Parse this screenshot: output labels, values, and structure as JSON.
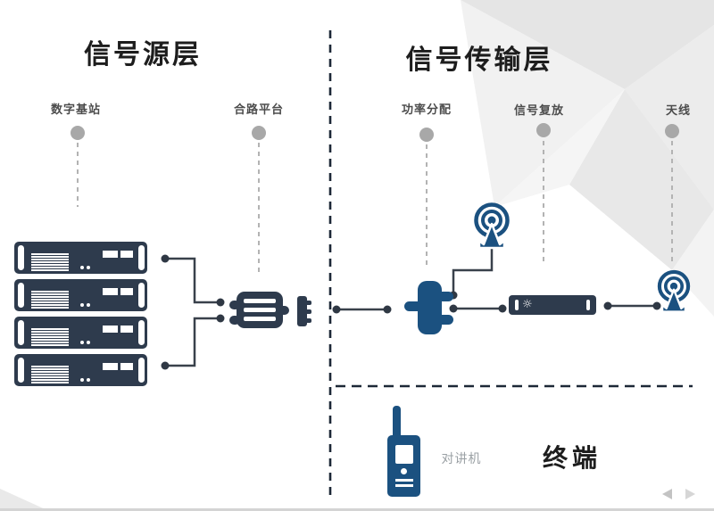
{
  "diagram": {
    "section_source": {
      "title": "信号源层"
    },
    "section_transmission": {
      "title": "信号传输层"
    },
    "section_terminal": {
      "title": "终端"
    },
    "nodes": {
      "base_station": {
        "label": "数字基站",
        "unit_count": 4
      },
      "combiner": {
        "label": "合路平台"
      },
      "splitter": {
        "label": "功率分配"
      },
      "repeater": {
        "label": "信号复放"
      },
      "antenna": {
        "label": "天线"
      },
      "walkie_talkie": {
        "label": "对讲机"
      }
    },
    "devices": {
      "repeater_indicator_glyph": "☼"
    },
    "icons": {
      "server_rack": "server-rack-icon",
      "combiner": "combiner-device-icon",
      "splitter": "power-splitter-icon",
      "repeater": "repeater-box-icon",
      "broadcast_antenna": "broadcast-antenna-icon",
      "walkie_talkie": "walkie-talkie-icon",
      "prev": "triangle-left",
      "next": "triangle-right"
    },
    "colors": {
      "device_navy": "#2e3b4d",
      "device_blue": "#1b5180",
      "connector_line": "#39414b",
      "divider_dash": "#1d2837",
      "leader_dash_gray": "#b3b3b3",
      "marker_circle_gray": "#a8a8a8",
      "title_text": "#1d1d1d",
      "label_text": "#4c4c4c",
      "muted_label_text": "#9aa0a4",
      "deco_gray": "#ececec"
    }
  }
}
